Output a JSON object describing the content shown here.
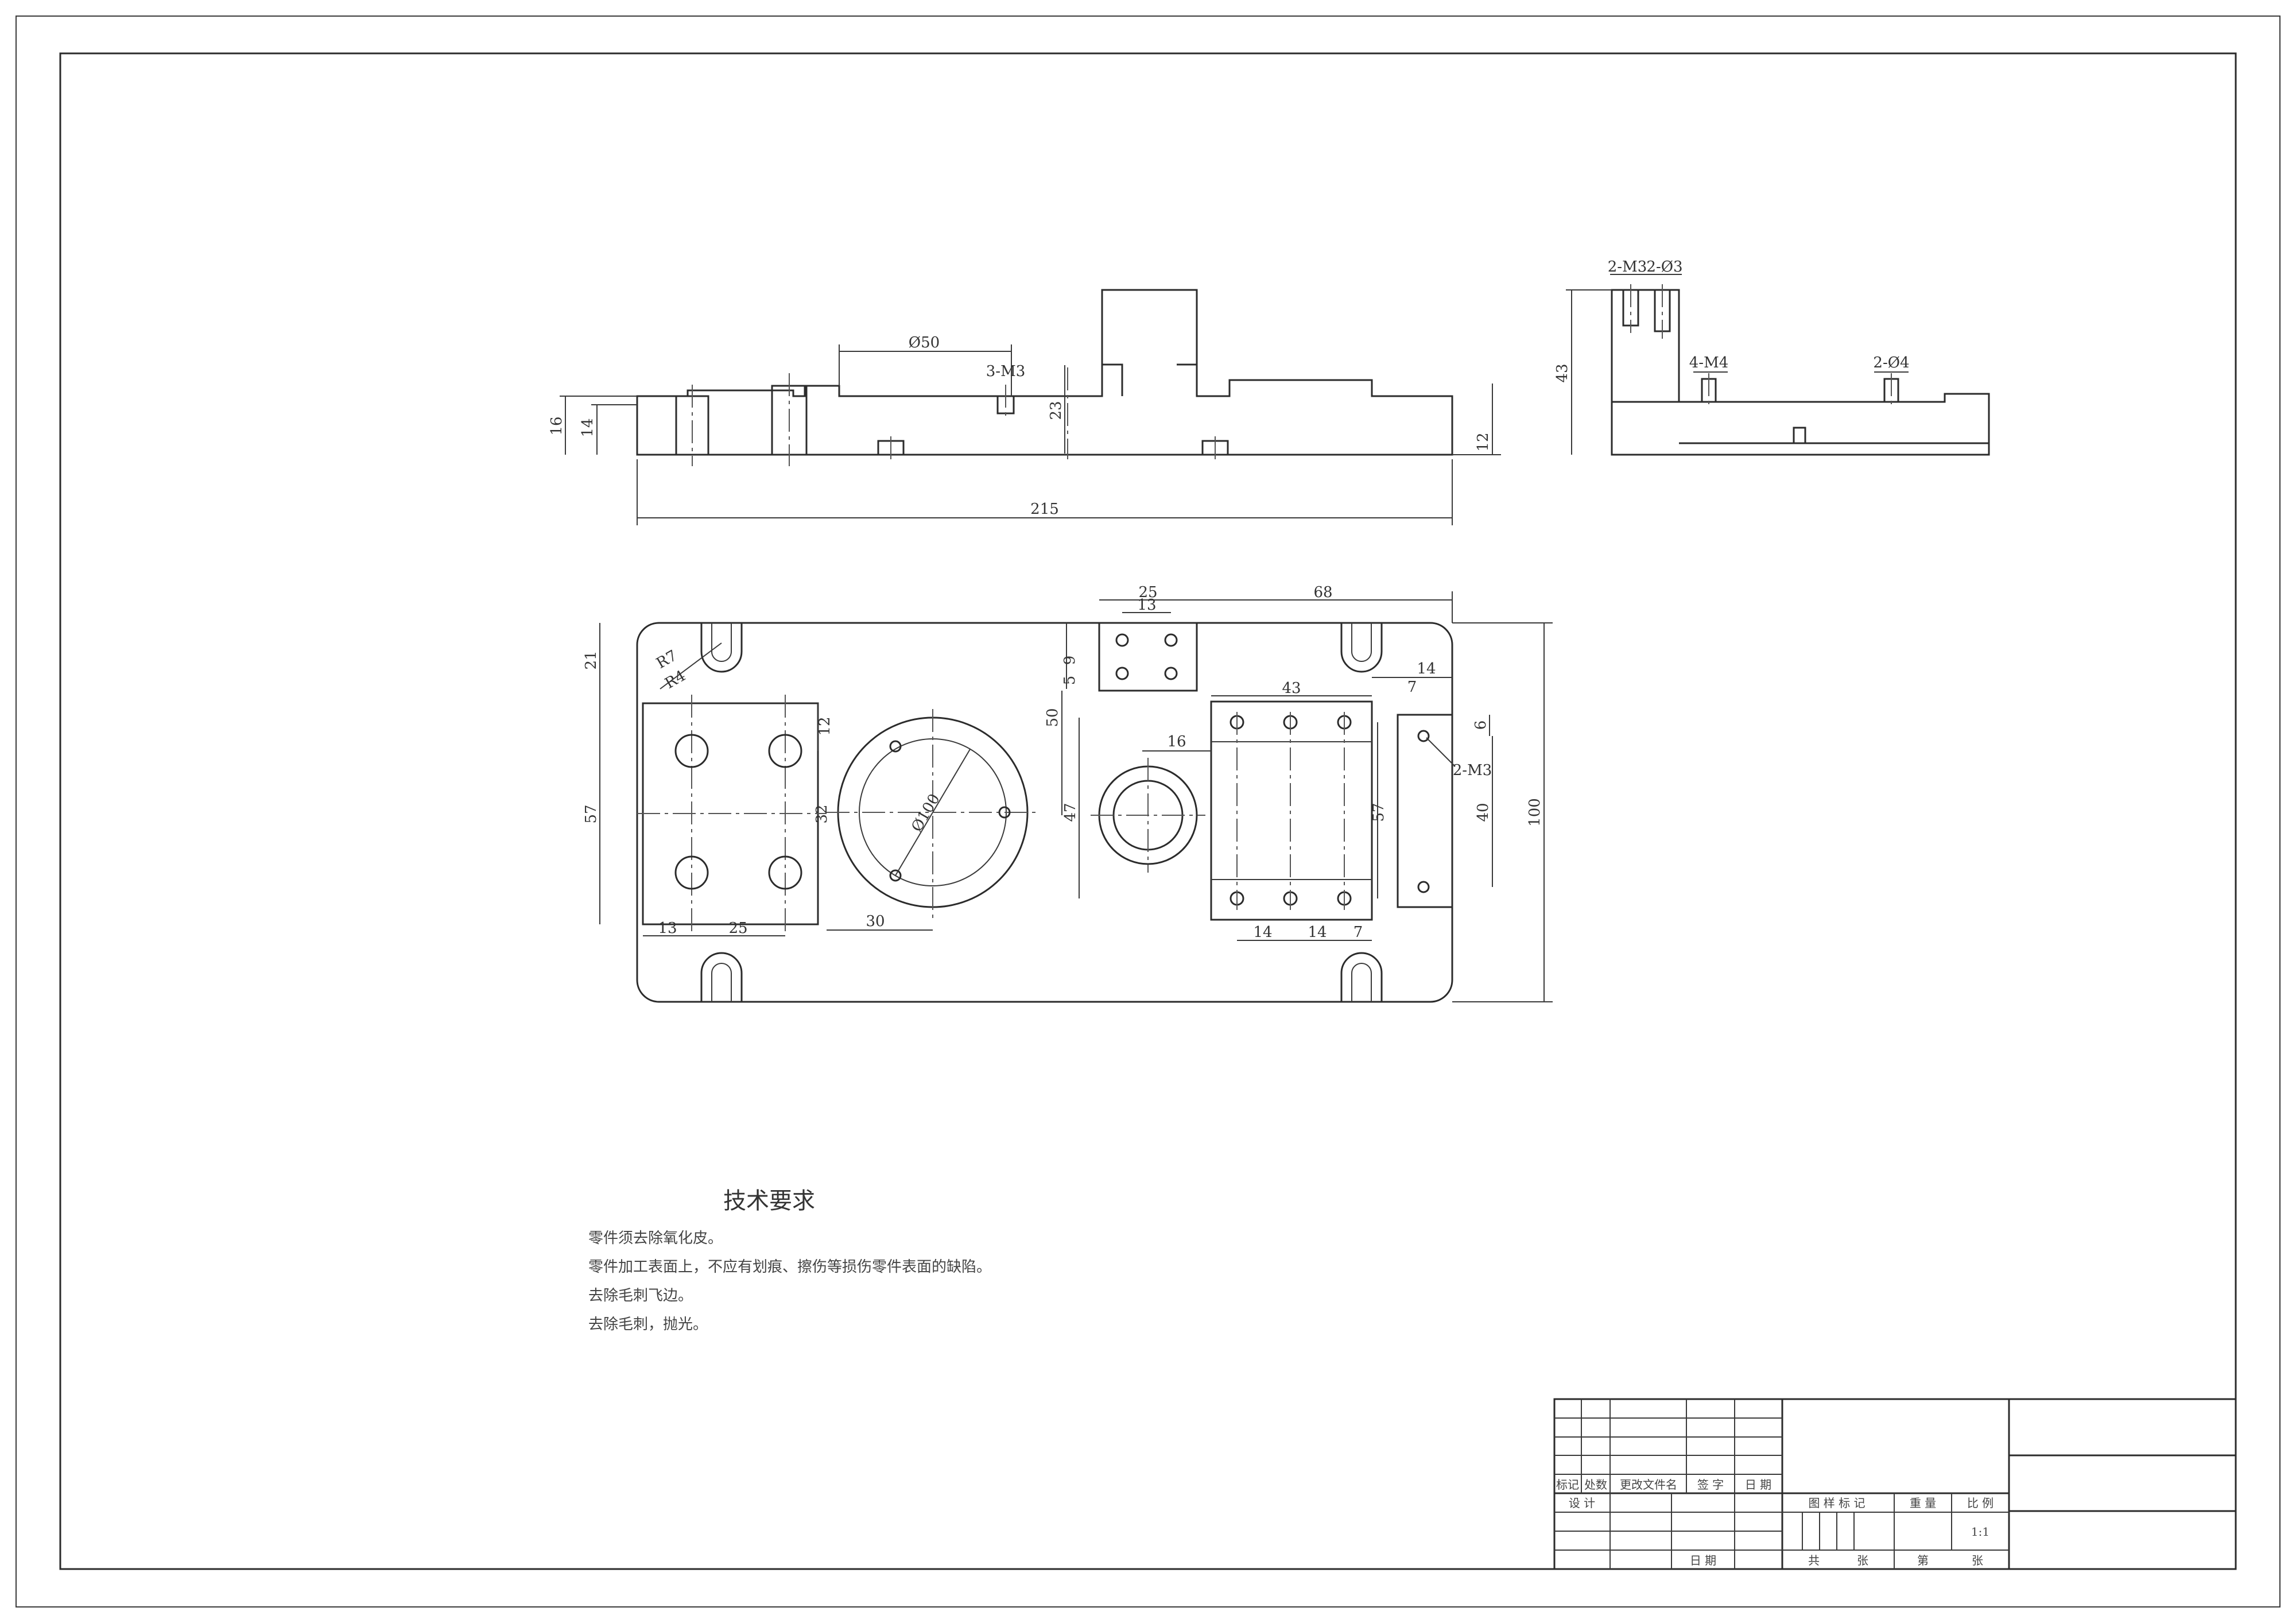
{
  "front_view": {
    "dims": {
      "d050": "Ø50",
      "m3_3": "3-M3",
      "d23": "23",
      "d16": "16",
      "d14": "14",
      "d12": "12",
      "d215": "215"
    }
  },
  "side_view": {
    "dims": {
      "m3_2": "2-M3",
      "d3_2": "2-Ø3",
      "m4_4": "4-M4",
      "d4_2": "2-Ø4",
      "d43": "43"
    }
  },
  "top_view": {
    "dims": {
      "d25": "25",
      "d13": "13",
      "d68": "68",
      "d21": "21",
      "r7": "R7",
      "r4": "R4",
      "d9": "9",
      "d5": "5",
      "d50": "50",
      "d14": "14",
      "d43": "43",
      "d7a": "7",
      "d12": "12",
      "d16": "16",
      "d6": "6",
      "m3": "2-M3",
      "d57a": "57",
      "d32": "32",
      "d100": "Ø100",
      "d47": "47",
      "d57b": "57",
      "d40": "40",
      "d100b": "100",
      "d13b": "13",
      "d25b": "25",
      "d30": "30",
      "d14b": "14",
      "d14c": "14",
      "d7b": "7"
    }
  },
  "notes": {
    "title": "技术要求",
    "lines": [
      "零件须去除氧化皮。",
      "零件加工表面上，不应有划痕、擦伤等损伤零件表面的缺陷。",
      "去除毛刺飞边。",
      "去除毛刺，抛光。"
    ]
  },
  "title_block": {
    "h_mark": "标记",
    "h_count": "处数",
    "h_docno": "更改文件名",
    "h_sign": "签 字",
    "h_date": "日 期",
    "h_design": "设 计",
    "h_review": "日 期",
    "h_stage": "图 样 标 记",
    "h_weight": "重 量",
    "h_scale": "比 例",
    "scale": "1:1",
    "h_total": "共",
    "h_sheet1": "张",
    "h_num": "第",
    "h_sheet2": "张"
  }
}
